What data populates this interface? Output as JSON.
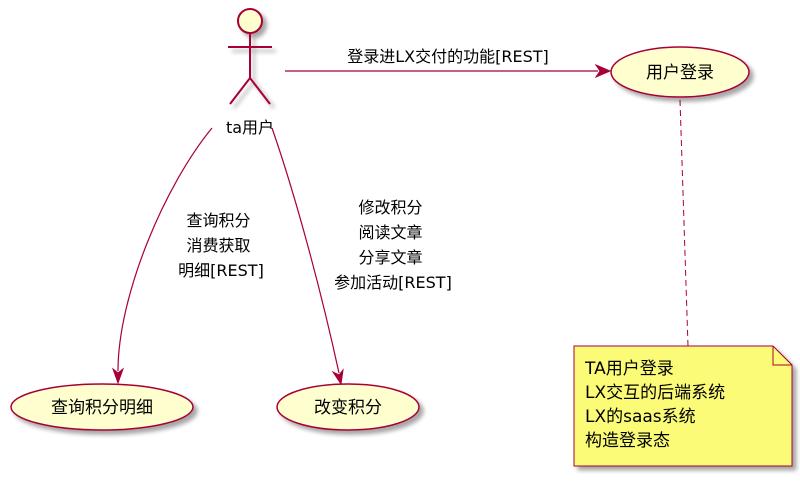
{
  "colors": {
    "stroke": "#A80036",
    "fill": "#FEFECE",
    "note_fill": "#FBFB77",
    "text": "#000000"
  },
  "actor": {
    "name": "ta用户",
    "icon": "stick-figure-icon"
  },
  "usecases": {
    "login": "用户登录",
    "query_points": "查询积分明细",
    "change_points": "改变积分"
  },
  "links": {
    "login": [
      "登录进LX交付的功能[REST]"
    ],
    "query_points": [
      "查询积分",
      "消费获取",
      "明细[REST]"
    ],
    "change_points": [
      "修改积分",
      "阅读文章",
      "分享文章",
      "参加活动[REST]"
    ]
  },
  "note": {
    "lines": [
      "TA用户登录",
      "LX交互的后端系统",
      "LX的saas系统",
      "构造登录态"
    ]
  }
}
